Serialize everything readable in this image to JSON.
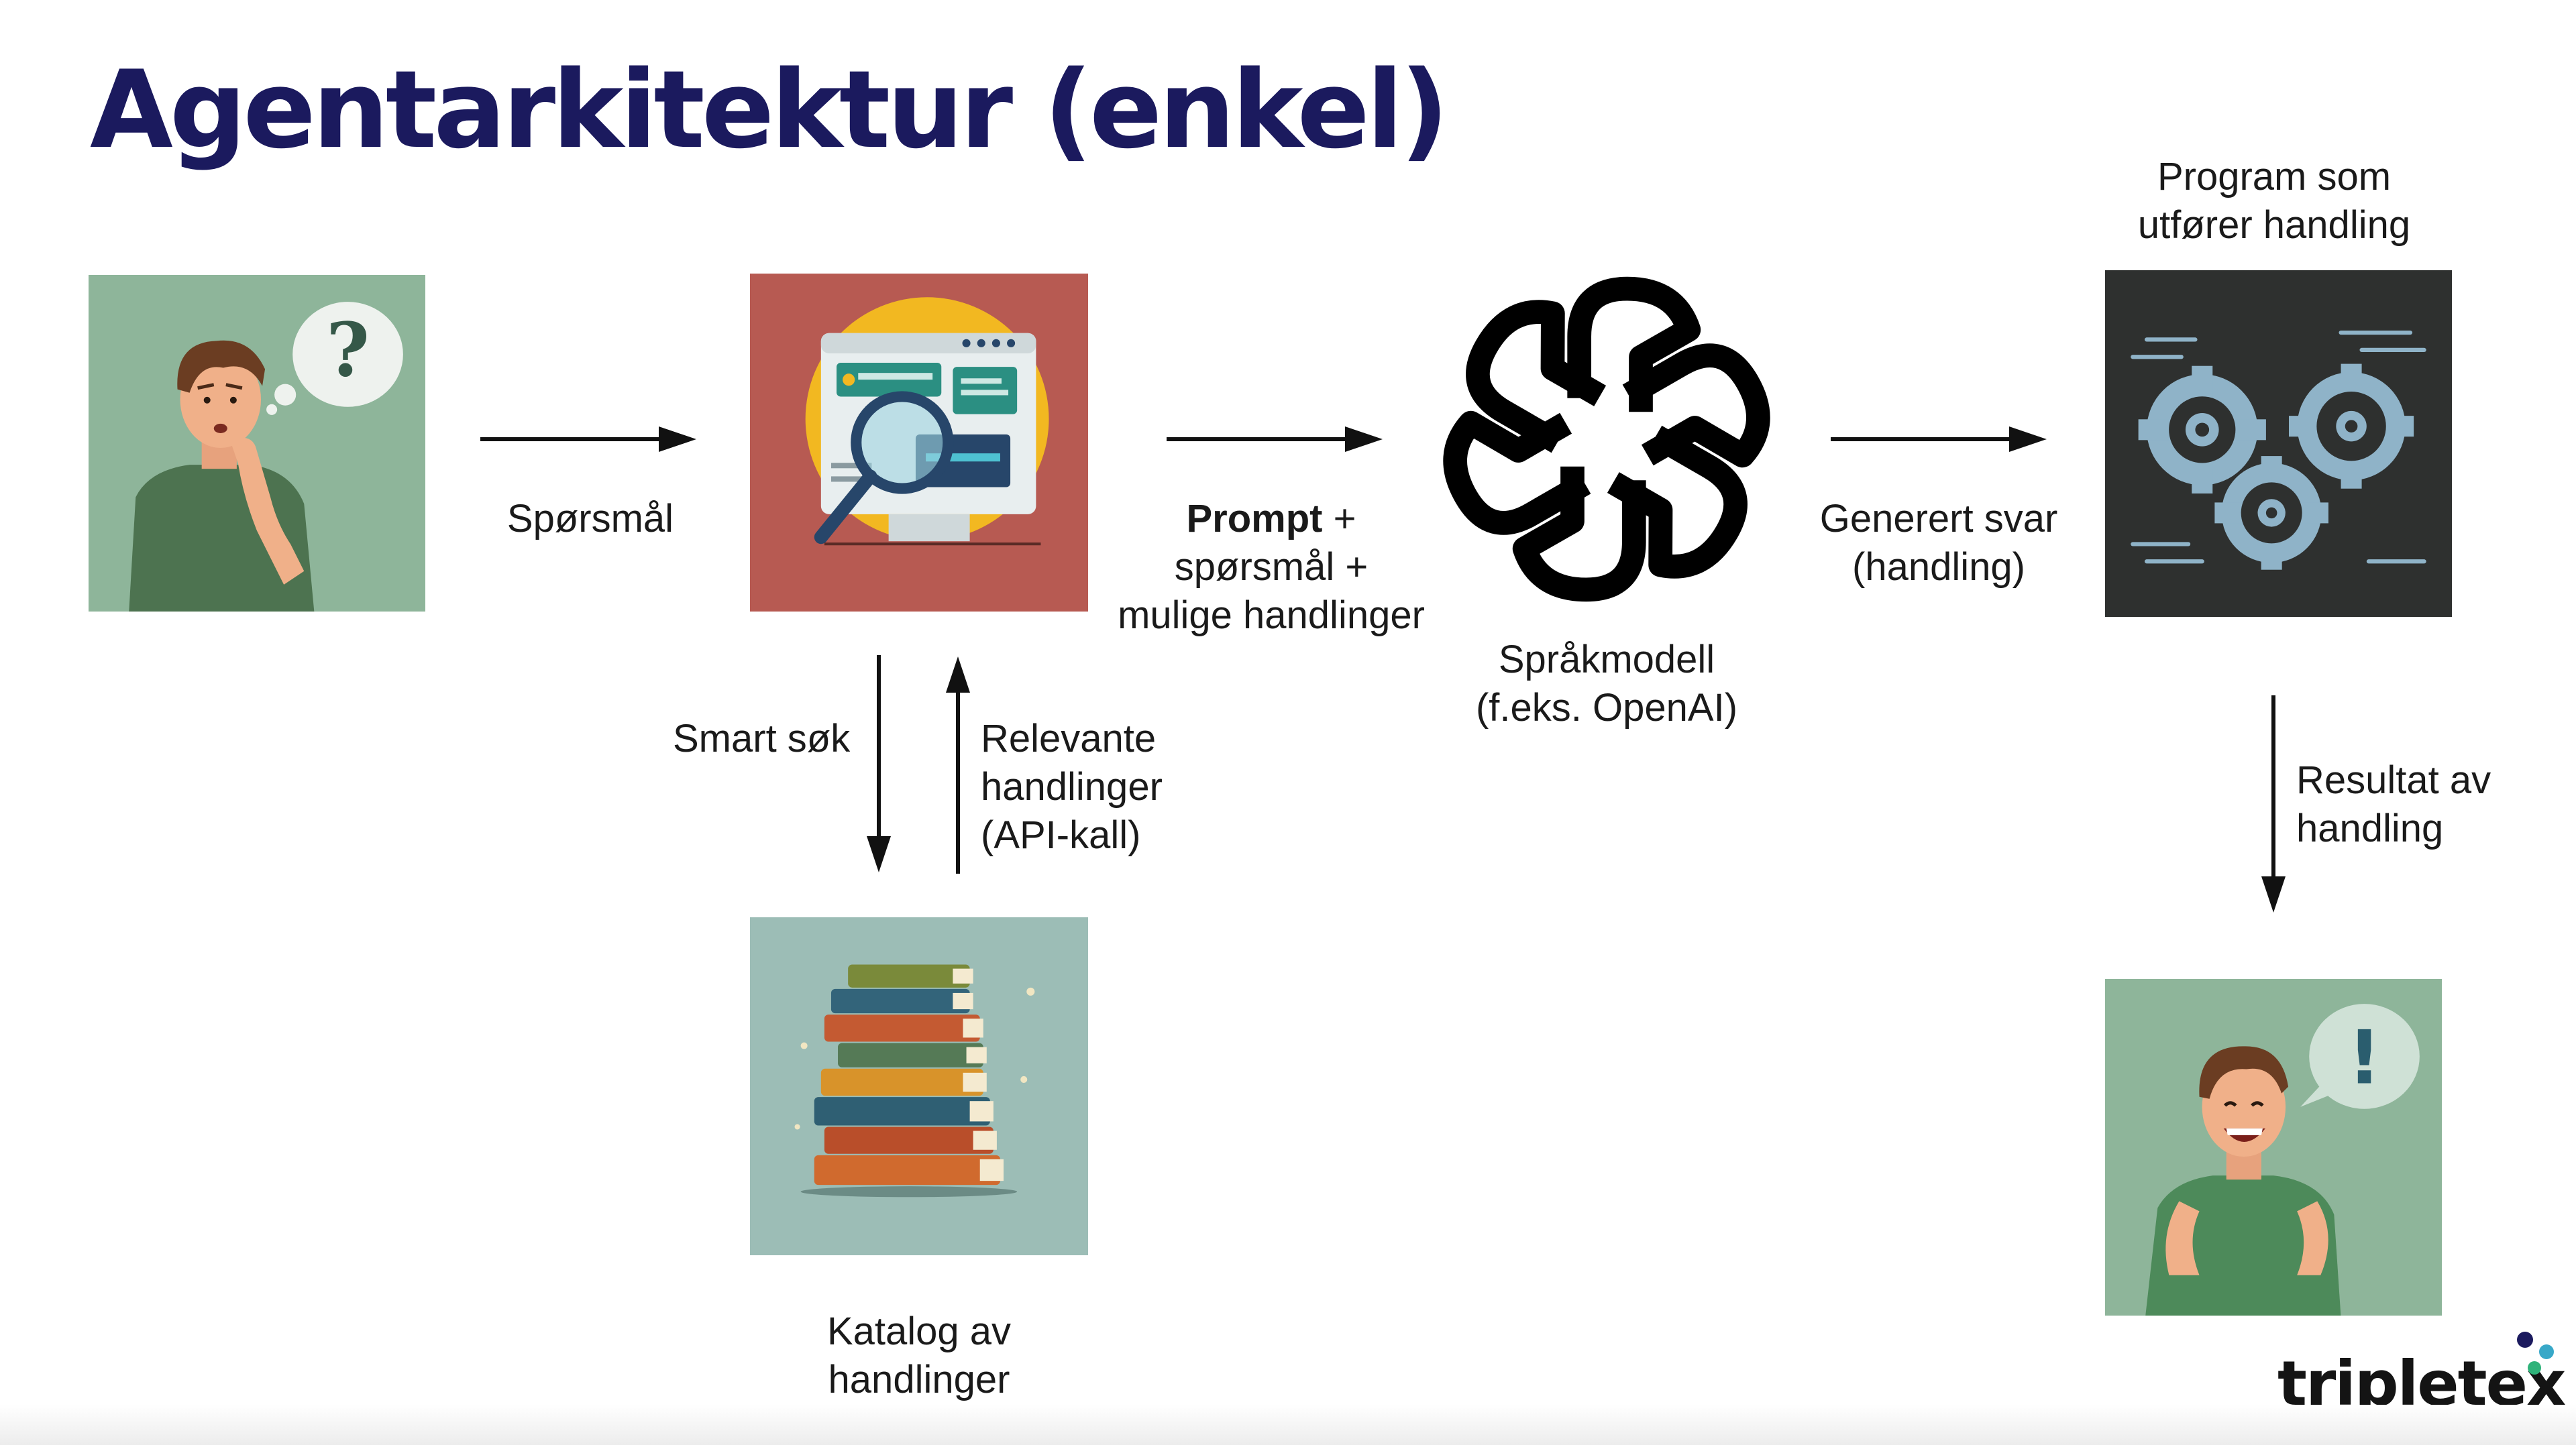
{
  "title": "Agentarkitektur (enkel)",
  "labels": {
    "sporsmal": "Spørsmål",
    "prompt_bold": "Prompt",
    "prompt_rest": " +",
    "prompt_line2": "spørsmål +",
    "prompt_line3": "mulige handlinger",
    "sprakmodell_line1": "Språkmodell",
    "sprakmodell_line2": "(f.eks. OpenAI)",
    "generert_line1": "Generert svar",
    "generert_line2": "(handling)",
    "program_line1": "Program som",
    "program_line2": "utfører handling",
    "smart_sok": "Smart søk",
    "relevante_line1": "Relevante",
    "relevante_line2": "handlinger",
    "relevante_line3": "(API-kall)",
    "resultat_line1": "Resultat av",
    "resultat_line2": "handling",
    "katalog_line1": "Katalog av",
    "katalog_line2": "handlinger"
  },
  "logo": {
    "text": "tripletex"
  },
  "icons": {
    "user": "thinking-person-icon",
    "search": "search-screen-icon",
    "llm": "openai-logo-icon",
    "program": "gears-icon",
    "catalog": "book-stack-icon",
    "result": "happy-person-icon"
  },
  "colors": {
    "title": "#1b1a5e",
    "tile_green": "#8eb59a",
    "tile_red": "#b75a52",
    "tile_dark": "#2e302f",
    "tile_teal": "#9cbdb6",
    "arrow": "#111111"
  }
}
